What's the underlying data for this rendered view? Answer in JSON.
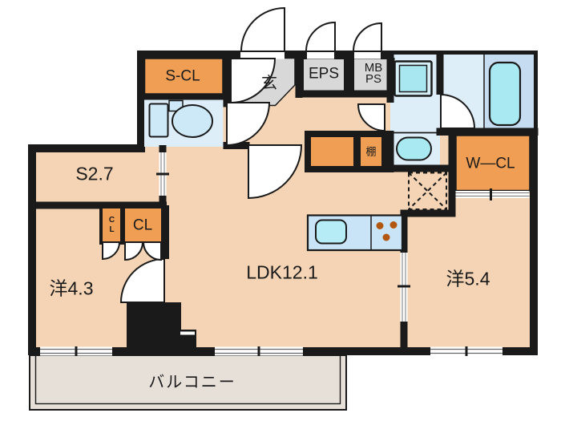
{
  "floorplan": {
    "type": "apartment-floor-plan",
    "labels": {
      "s_cl": "S-CL",
      "genkan": "玄",
      "eps": "EPS",
      "mbps": "MB\nPS",
      "shelf": "棚",
      "w_cl": "W—CL",
      "service_room": "S2.7",
      "cl_small": "CL",
      "cl": "CL",
      "western_4_3": "洋4.3",
      "ldk": "LDK12.1",
      "western_5_4": "洋5.4",
      "balcony": "バルコニー"
    },
    "colors": {
      "wall": "#1a1a1a",
      "floor": "#f4d4b4",
      "closet_orange": "#ef9e54",
      "service_gray": "#d8d8d8",
      "wet_room_blue": "#ddeef9",
      "fixture_cyan": "#a9e9f1",
      "kitchen_counter_blue": "#c9e4f6",
      "tub_platform_blue": "#c6ddf1",
      "balcony_gray": "#e6e0d9",
      "burner_dot": "#b2570f"
    }
  }
}
